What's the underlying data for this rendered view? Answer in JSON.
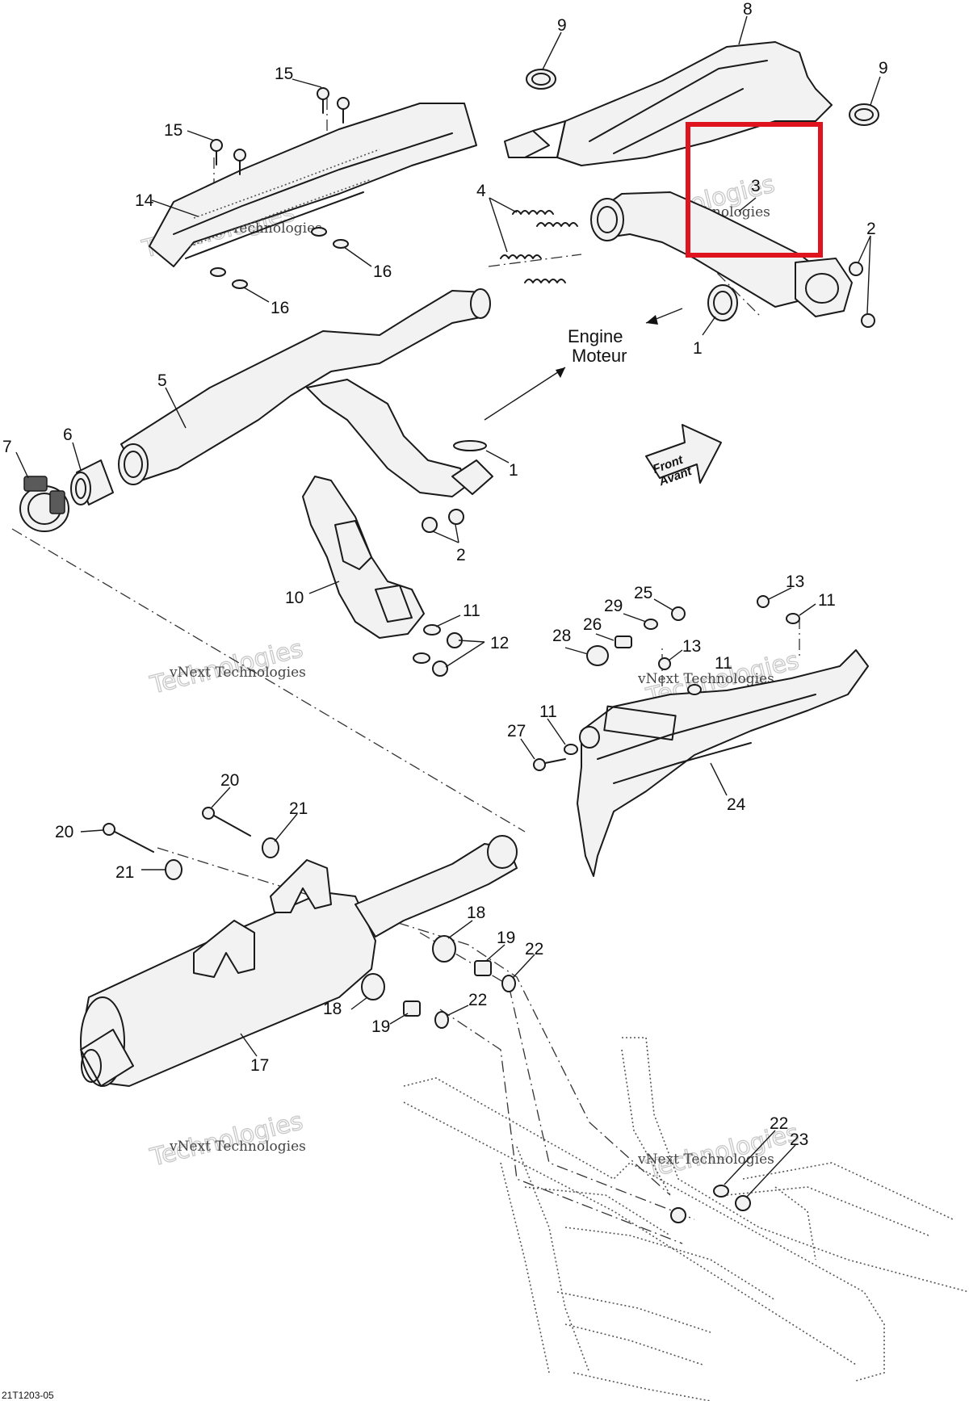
{
  "callouts": {
    "c1a": "1",
    "c1b": "1",
    "c2a": "2",
    "c2b": "2",
    "c3": "3",
    "c4": "4",
    "c5": "5",
    "c6": "6",
    "c7": "7",
    "c8": "8",
    "c9a": "9",
    "c9b": "9",
    "c10": "10",
    "c11a": "11",
    "c11b": "11",
    "c11c": "11",
    "c11d": "11",
    "c12": "12",
    "c13a": "13",
    "c13b": "13",
    "c14": "14",
    "c15a": "15",
    "c15b": "15",
    "c16a": "16",
    "c16b": "16",
    "c17": "17",
    "c18a": "18",
    "c18b": "18",
    "c19a": "19",
    "c19b": "19",
    "c20a": "20",
    "c20b": "20",
    "c21a": "21",
    "c21b": "21",
    "c22a": "22",
    "c22b": "22",
    "c22c": "22",
    "c23": "23",
    "c24": "24",
    "c25": "25",
    "c26": "26",
    "c27": "27",
    "c28": "28",
    "c29": "29"
  },
  "labels": {
    "engine_en": "Engine",
    "engine_fr": "Moteur",
    "front_en": "Front",
    "front_fr": "Avant"
  },
  "watermark": {
    "line1": "vNext Technologies",
    "line2": "Technologies",
    "line2_prefix": "vNext"
  },
  "figure_code": "21T1203-05",
  "highlight": {
    "target_part": "3",
    "color": "#e0141e"
  }
}
